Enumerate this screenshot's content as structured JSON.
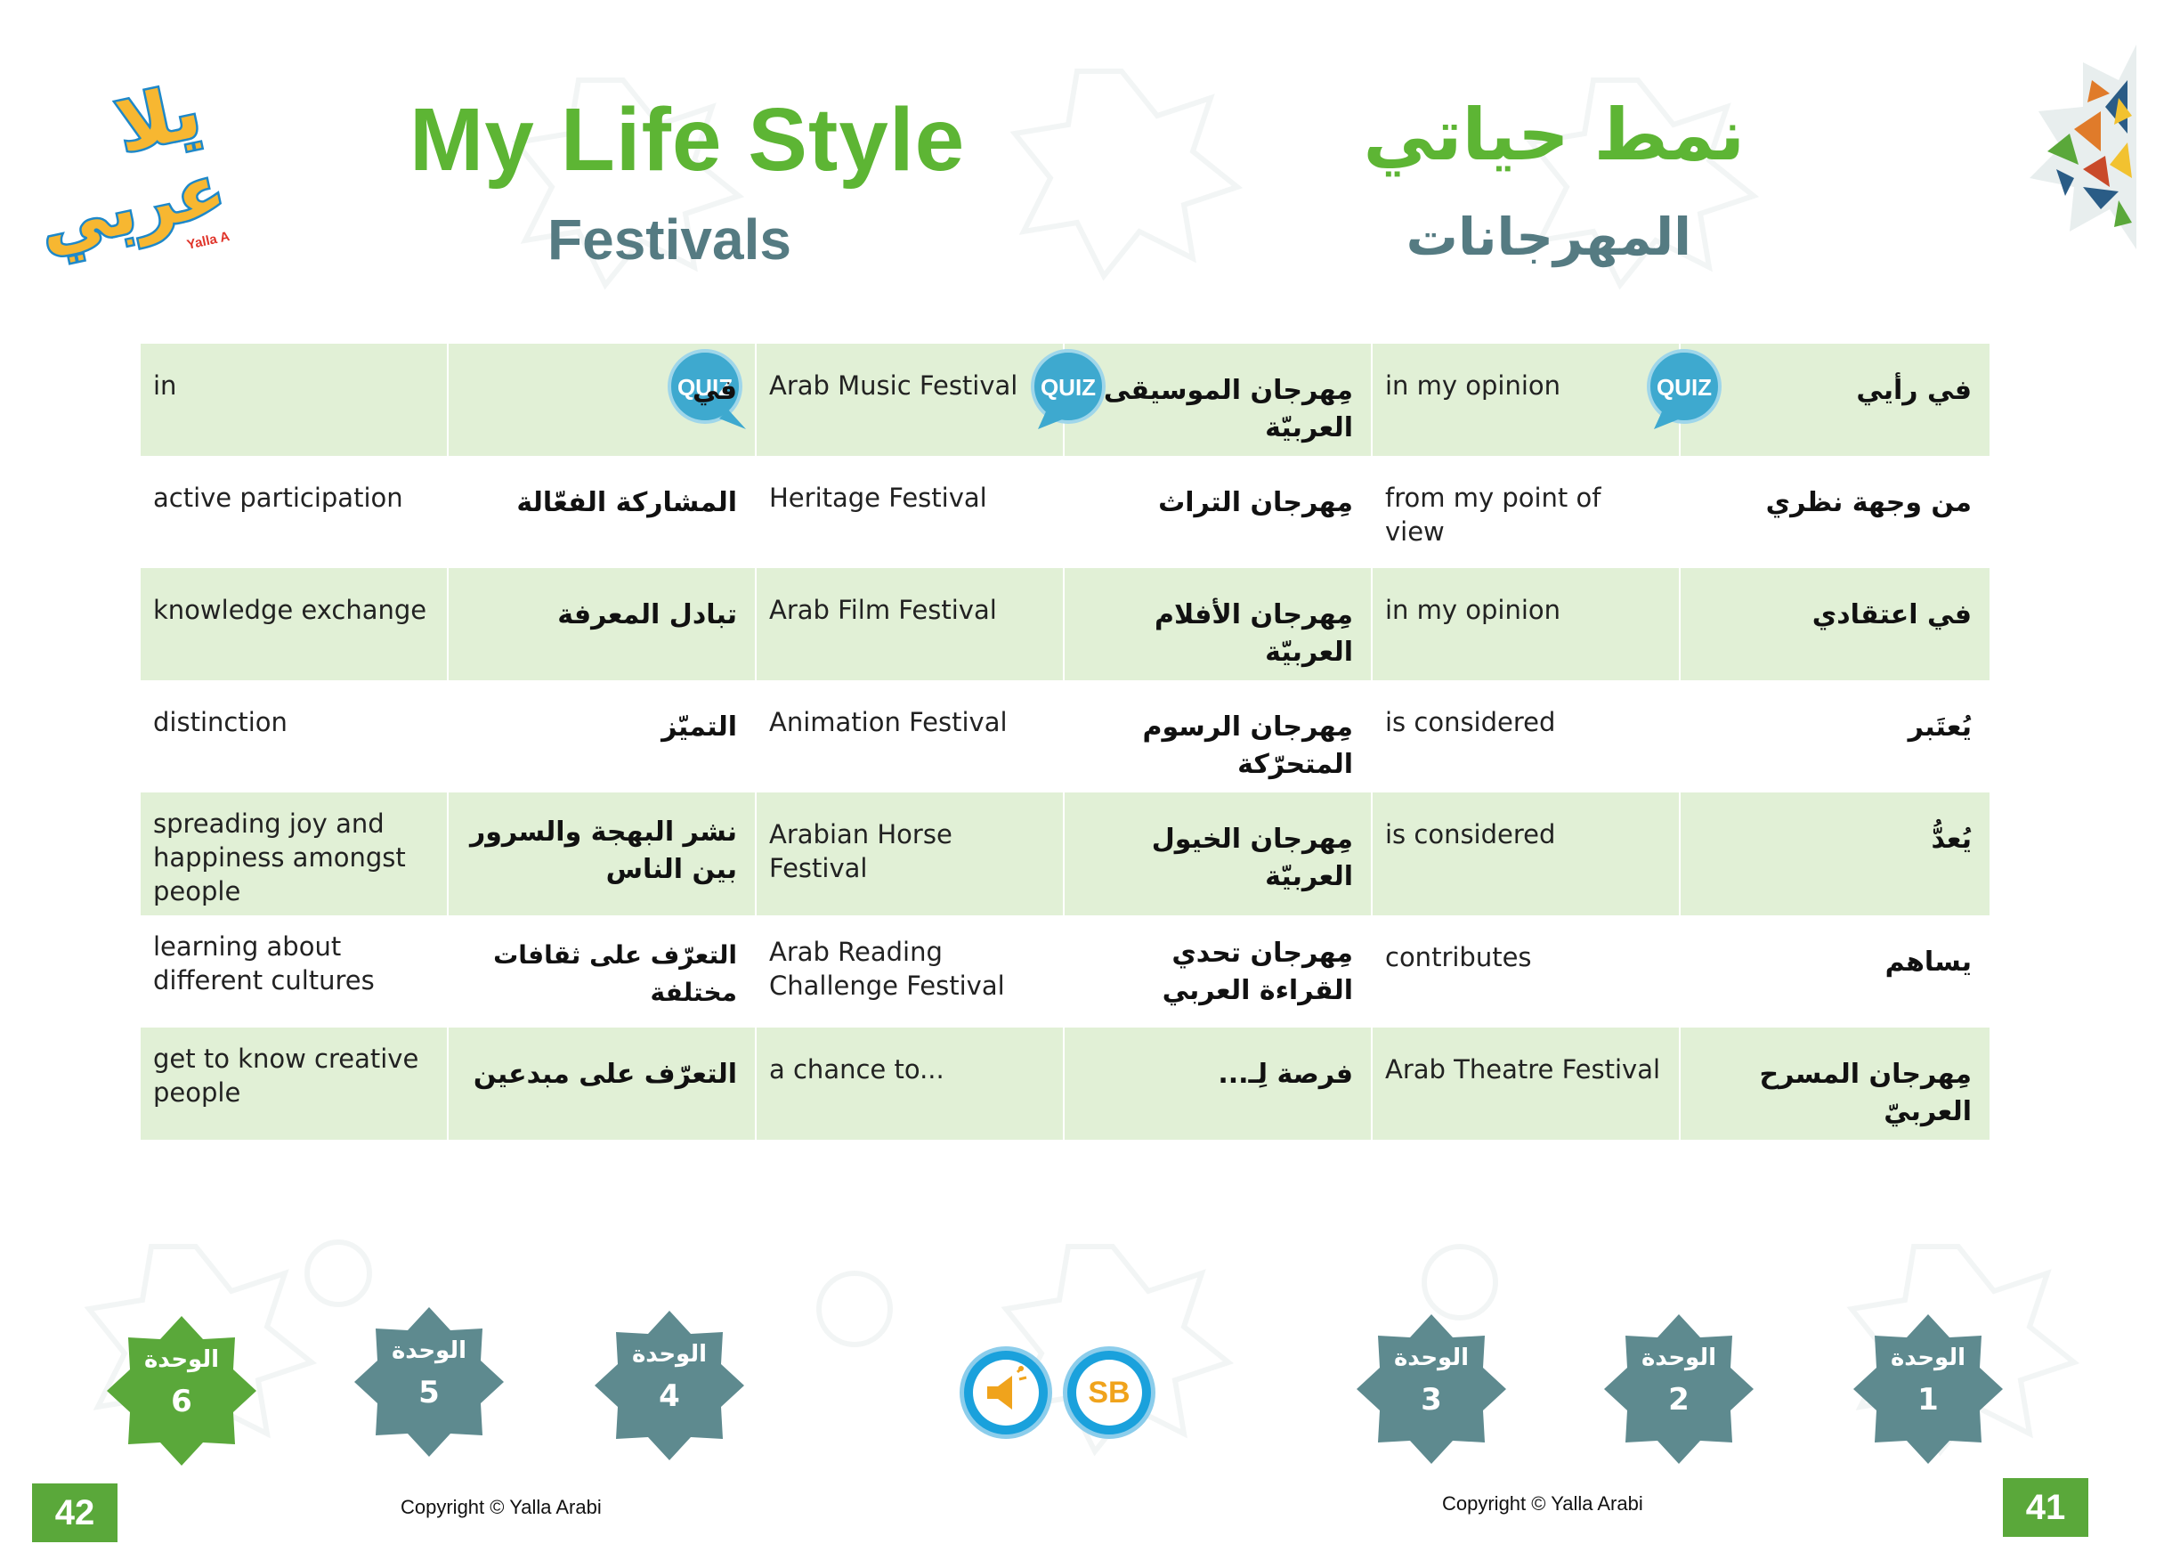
{
  "header": {
    "title_en": "My Life Style",
    "title_ar": "نمط حياتي",
    "subtitle_en": "Festivals",
    "subtitle_ar": "المهرجانات",
    "logo_text_ar": "يلا عربي",
    "logo_text_en": "Yalla Arabi"
  },
  "quiz_label": "QUIZ",
  "vocab_rows": [
    [
      "in",
      "في",
      "Arab Music Festival",
      "مِهرجان الموسيقى العربيّة",
      "in my opinion",
      "في رأيي"
    ],
    [
      "active participation",
      "المشاركة الفعّالة",
      "Heritage Festival",
      "مِهرجان التراث",
      "from my point of view",
      "من وجهة نظري"
    ],
    [
      "knowledge exchange",
      "تبادل المعرفة",
      "Arab Film Festival",
      "مِهرجان الأفلام العربيّة",
      "in my opinion",
      "في اعتقادي"
    ],
    [
      "distinction",
      "التميّز",
      "Animation Festival",
      "مِهرجان الرسوم المتحرّكة",
      "is considered",
      "يُعتَبر"
    ],
    [
      "spreading joy and happiness amongst people",
      "نشر البهجة والسرور بين الناس",
      "Arabian Horse Festival",
      "مِهرجان الخيول العربيّة",
      "is considered",
      "يُعدُّ"
    ],
    [
      "learning about different cultures",
      "التعرّف على ثقافات مختلفة",
      "Arab Reading Challenge Festival",
      "مِهرجان تحدي القراءة العربي",
      "contributes",
      "يساهم"
    ],
    [
      "get to know creative people",
      "التعرّف على مبدعين",
      "a chance to...",
      "فرصة لِـ...",
      "Arab Theatre Festival",
      "مِهرجان المسرح العربيّ"
    ]
  ],
  "units": [
    {
      "label": "الوحدة",
      "number": "6",
      "color": "#5aa83a"
    },
    {
      "label": "الوحدة",
      "number": "5",
      "color": "#5e8a8f"
    },
    {
      "label": "الوحدة",
      "number": "4",
      "color": "#5e8a8f"
    },
    {
      "label": "الوحدة",
      "number": "3",
      "color": "#5e8a8f"
    },
    {
      "label": "الوحدة",
      "number": "2",
      "color": "#5e8a8f"
    },
    {
      "label": "الوحدة",
      "number": "1",
      "color": "#5e8a8f"
    }
  ],
  "buttons": {
    "audio_icon": "audio-speaker-icon",
    "sb_label": "SB"
  },
  "footer": {
    "left_page": "42",
    "right_page": "41",
    "copyright_left": "Copyright © Yalla Arabi",
    "copyright_right": "Copyright © Yalla Arabi"
  },
  "colors": {
    "title_green": "#5db534",
    "subtitle_teal": "#557b82",
    "row_shade": "#e1f0d6",
    "unit_teal": "#5e8a8f",
    "unit_green": "#5aa83a",
    "quiz_blue": "#3ea9cf"
  }
}
